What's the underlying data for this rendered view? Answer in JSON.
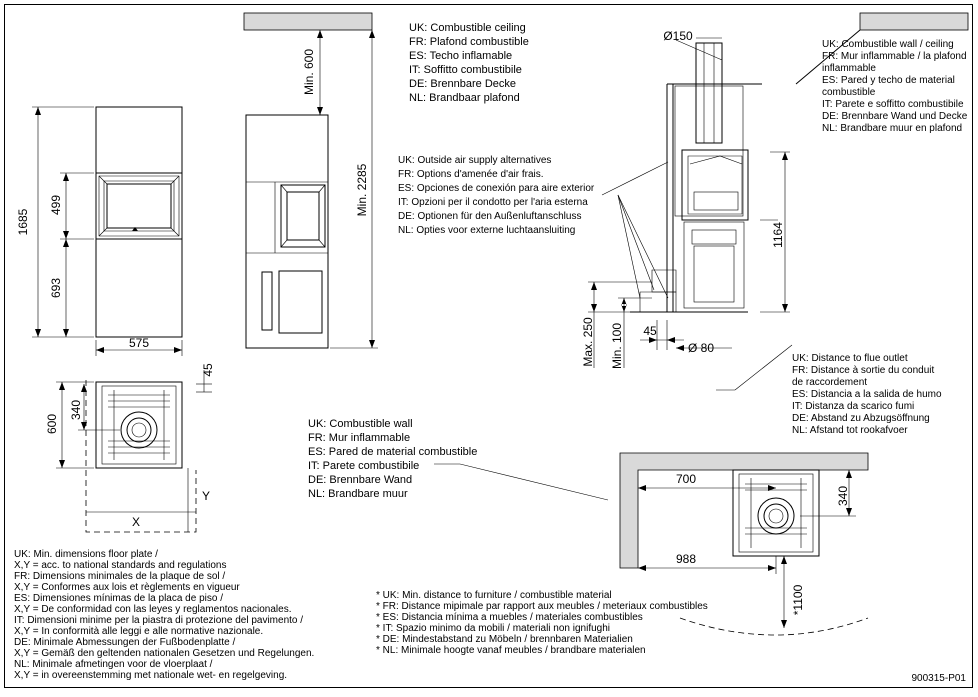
{
  "doc_id": "900315-P01",
  "front_view": {
    "dim_height_total": "1685",
    "dim_door": "499",
    "dim_base": "693",
    "dim_width": "575"
  },
  "side_view": {
    "dim_ceiling_gap": "Min. 600",
    "dim_total_height": "Min. 2285"
  },
  "ceiling_label": [
    "UK: Combustible ceiling",
    "FR: Plafond combustible",
    "ES: Techo inflamable",
    "IT:  Soffitto combustibile",
    "DE: Brennbare Decke",
    "NL:  Brandbaar plafond"
  ],
  "air_supply_label": [
    "UK: Outside air supply alternatives",
    "FR: Options d'amenée d'air frais.",
    "ES: Opciones de conexión para aire exterior",
    "IT:  Opzioni per il condotto per l'aria esterna",
    "DE: Optionen für den Außenluftanschluss",
    "NL: Opties voor externe luchtaansluiting"
  ],
  "wall_ceiling_label": [
    "UK: Combustible wall / ceiling",
    "FR: Mur inflammable / la plafond",
    "inflammable",
    "ES: Pared y techo de material",
    "combustible",
    "IT: Parete e soffitto combustibile",
    "DE: Brennbare Wand und Decke",
    "NL: Brandbare muur en plafond"
  ],
  "section_view": {
    "dim_flue_diameter": "Ø150",
    "dim_flue_height": "1164",
    "dim_max_250": "Max. 250",
    "dim_min_100": "Min. 100",
    "dim_45": "45",
    "dim_air_diameter": "Ø 80"
  },
  "flue_outlet_label": [
    "UK: Distance to flue outlet",
    "FR: Distance à sortie du conduit",
    "de raccordement",
    "ES: Distancia a la salida de humo",
    "IT: Distanza da scarico fumi",
    "DE: Abstand zu Abzugsöffnung",
    "NL:  Afstand tot rookafvoer"
  ],
  "floor_plan": {
    "dim_45": "45",
    "dim_340": "340",
    "dim_600": "600",
    "label_x": "X",
    "label_y": "Y"
  },
  "wall_label": [
    "UK: Combustible wall",
    "FR: Mur inflammable",
    "ES: Pared  de material combustible",
    "IT:   Parete combustibile",
    "DE: Brennbare Wand",
    "NL: Brandbare muur"
  ],
  "corner_plan": {
    "dim_700": "700",
    "dim_340": "340",
    "dim_988": "988",
    "dim_1100": "*1100"
  },
  "floor_plate_notes": [
    "UK: Min. dimensions floor plate /",
    "X,Y = acc. to national standards and regulations",
    "FR: Dimensions minimales de la plaque de sol /",
    "X,Y = Conformes aux lois et règlements en vigueur",
    "ES: Dimensiones mínimas de la placa de piso /",
    "X,Y = De conformidad con las leyes y reglamentos nacionales.",
    "IT: Dimensioni minime per la piastra di protezione del pavimento /",
    "X,Y = In conformità alle leggi e alle normative nazionale.",
    "DE: Minimale Abmessungen der Fußbodenplatte /",
    "X,Y = Gemäß den geltenden nationalen Gesetzen und Regelungen.",
    "NL: Minimale afmetingen voor de vloerplaat /",
    "X,Y = in overeenstemming met nationale wet- en regelgeving."
  ],
  "furniture_notes": [
    "* UK: Min. distance to furniture / combustible material",
    "* FR: Distance mipimale par rapport aux meubles / meteriaux combustibles",
    "* ES: Distancia mínima a muebles / materiales combustibles",
    "* IT: Spazio minimo da mobili / materiali non ignifughi",
    "* DE: Mindestabstand zu Möbeln / brennbaren Materialien",
    "* NL: Minimale hoogte vanaf meubles / brandbare materialen"
  ]
}
